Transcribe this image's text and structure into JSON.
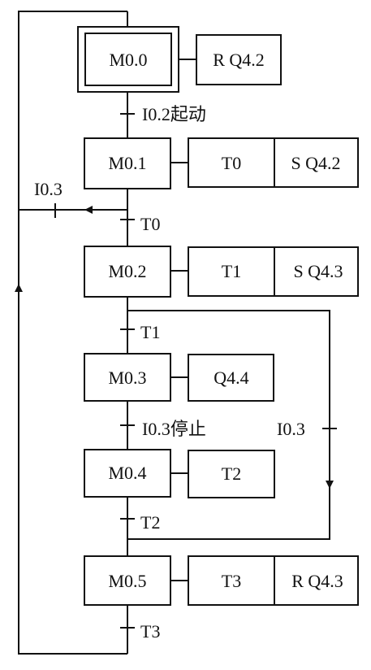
{
  "steps": [
    {
      "name": "M0.0",
      "initial": true,
      "actions": [
        "R Q4.2"
      ]
    },
    {
      "name": "M0.1",
      "actions": [
        "T0",
        "S Q4.2"
      ]
    },
    {
      "name": "M0.2",
      "actions": [
        "T1",
        "S Q4.3"
      ]
    },
    {
      "name": "M0.3",
      "actions": [
        "Q4.4"
      ]
    },
    {
      "name": "M0.4",
      "actions": [
        "T2"
      ]
    },
    {
      "name": "M0.5",
      "actions": [
        "T3",
        "R Q4.3"
      ]
    }
  ],
  "transitions": {
    "t_start": "I0.2起动",
    "t_t0": "T0",
    "t_t1": "T1",
    "t_stop": "I0.3停止",
    "t_t2": "T2",
    "t_t3": "T3",
    "t_branch_left": "I0.3",
    "t_branch_right": "I0.3"
  }
}
